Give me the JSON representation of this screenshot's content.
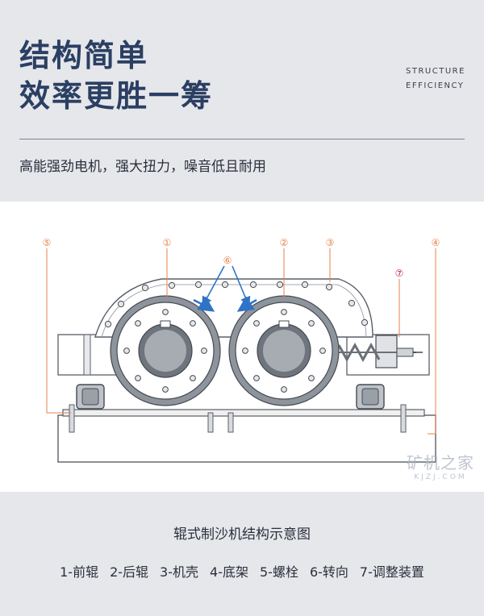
{
  "header": {
    "title_line1": "结构简单",
    "title_line2": "效率更胜一筹",
    "english_line1": "STRUCTURE",
    "english_line2": "EFFICIENCY",
    "subtitle": "高能强劲电机，强大扭力，噪音低且耐用"
  },
  "diagram": {
    "callouts": [
      "①",
      "②",
      "③",
      "④",
      "⑤",
      "⑥",
      "⑦"
    ]
  },
  "watermark": {
    "main": "矿机之家",
    "sub": "KJZJ.COM"
  },
  "caption": {
    "title": "辊式制沙机结构示意图",
    "legend": [
      "1-前辊",
      "2-后辊",
      "3-机壳",
      "4-底架",
      "5-螺栓",
      "6-转向",
      "7-调整装置"
    ]
  },
  "colors": {
    "callout_orange": "#e8804a",
    "arrow_blue": "#2f73c6",
    "callout7_pink": "#c2185b"
  }
}
